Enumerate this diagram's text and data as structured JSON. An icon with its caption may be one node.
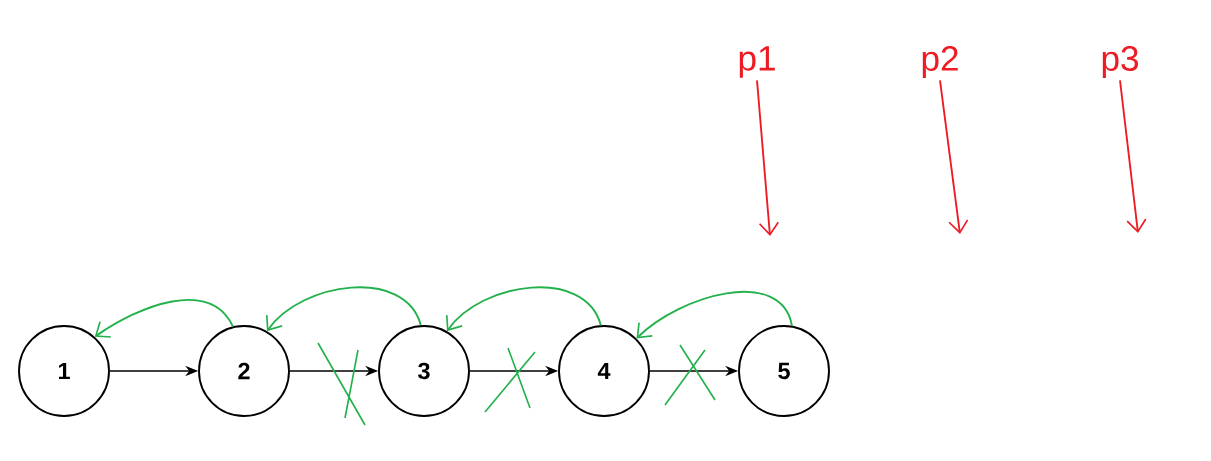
{
  "diagram": {
    "nodes": [
      {
        "text": [
          "1"
        ]
      },
      {
        "text": [
          "2"
        ]
      },
      {
        "text": [
          "3"
        ]
      },
      {
        "text": [
          "4"
        ]
      },
      {
        "text": [
          "5"
        ]
      },
      {
        "text": [
          "p1"
        ]
      },
      {
        "text": [
          "p2"
        ]
      },
      {
        "text": [
          "p3"
        ]
      }
    ],
    "edges": [
      {
        "from": 0,
        "to": 1,
        "arrow": "to"
      },
      {
        "from": 1,
        "to": 2,
        "arrow": "to"
      },
      {
        "from": 2,
        "to": 3,
        "arrow": "to"
      },
      {
        "from": 3,
        "to": 4,
        "arrow": "to"
      },
      {
        "from": 1,
        "to": 0,
        "arrow": "to",
        "color": "#22b14c"
      },
      {
        "from": 2,
        "to": 1,
        "arrow": "to",
        "color": "#22b14c"
      },
      {
        "from": 3,
        "to": 2,
        "arrow": "to",
        "color": "#22b14c"
      },
      {
        "from": 4,
        "to": 3,
        "arrow": "to",
        "color": "#22b14c"
      },
      {
        "from": 5,
        "to": null,
        "arrow": "to",
        "color": "#ed1c24"
      },
      {
        "from": 6,
        "to": null,
        "arrow": "to",
        "color": "#ed1c24"
      },
      {
        "from": 7,
        "to": null,
        "arrow": "to",
        "color": "#ed1c24"
      }
    ]
  }
}
